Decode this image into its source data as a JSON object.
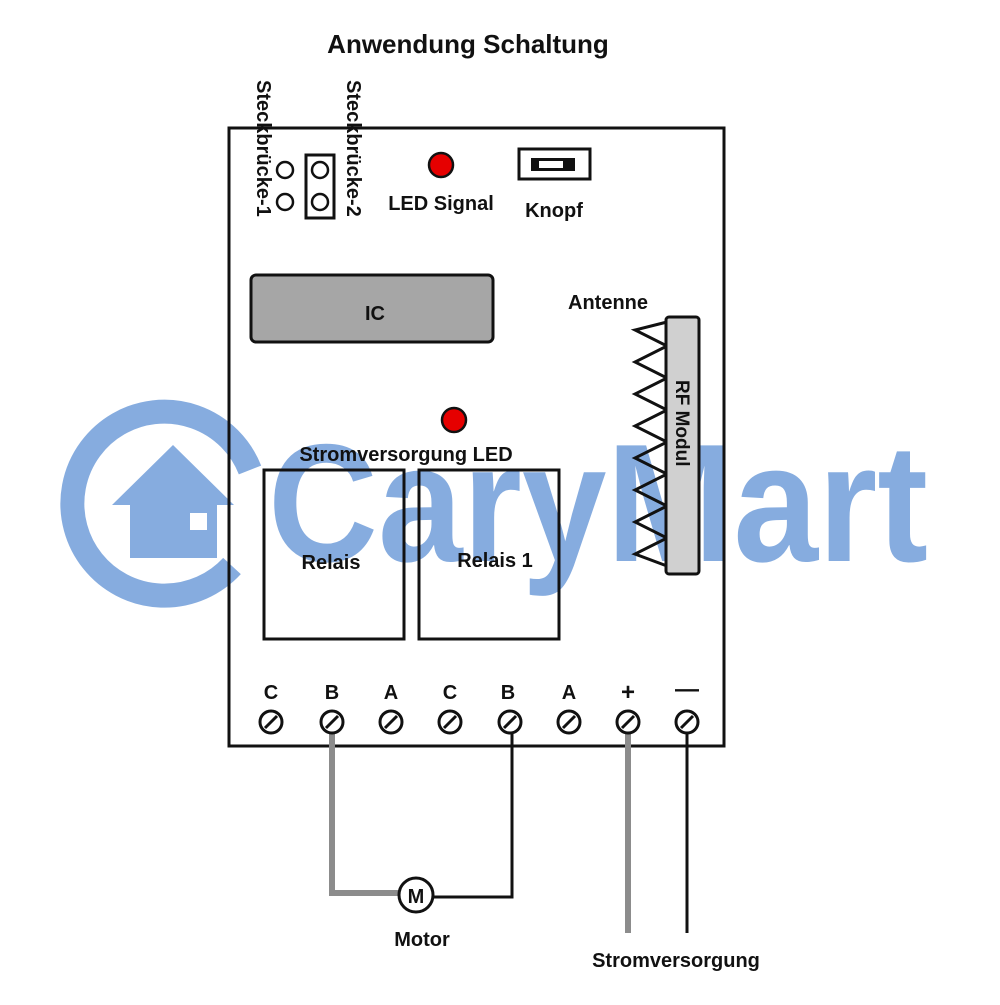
{
  "title": "Anwendung Schaltung",
  "watermark": {
    "text": "CaryMart",
    "color": "#7aa4dc"
  },
  "board": {
    "jumper1_label": "Steckbrücke-1",
    "jumper2_label": "Steckbrücke-2",
    "led_signal_label": "LED Signal",
    "button_label": "Knopf",
    "ic_label": "IC",
    "antenna_label": "Antenne",
    "rf_module_label": "RF Modul",
    "power_led_label": "Stromversorgung LED",
    "relay1_label": "Relais",
    "relay2_label": "Relais 1"
  },
  "terminals": [
    {
      "label": "C"
    },
    {
      "label": "B"
    },
    {
      "label": "A"
    },
    {
      "label": "C"
    },
    {
      "label": "B"
    },
    {
      "label": "A"
    },
    {
      "label": "+"
    },
    {
      "label": "—"
    }
  ],
  "motor": {
    "symbol": "M",
    "label": "Motor"
  },
  "power_supply_label": "Stromversorgung",
  "colors": {
    "led": "#e60000",
    "ic_fill": "#a6a6a6",
    "rf_fill": "#d0d0d0",
    "wire_gray": "#8c8c8c",
    "wire_black": "#111111"
  }
}
